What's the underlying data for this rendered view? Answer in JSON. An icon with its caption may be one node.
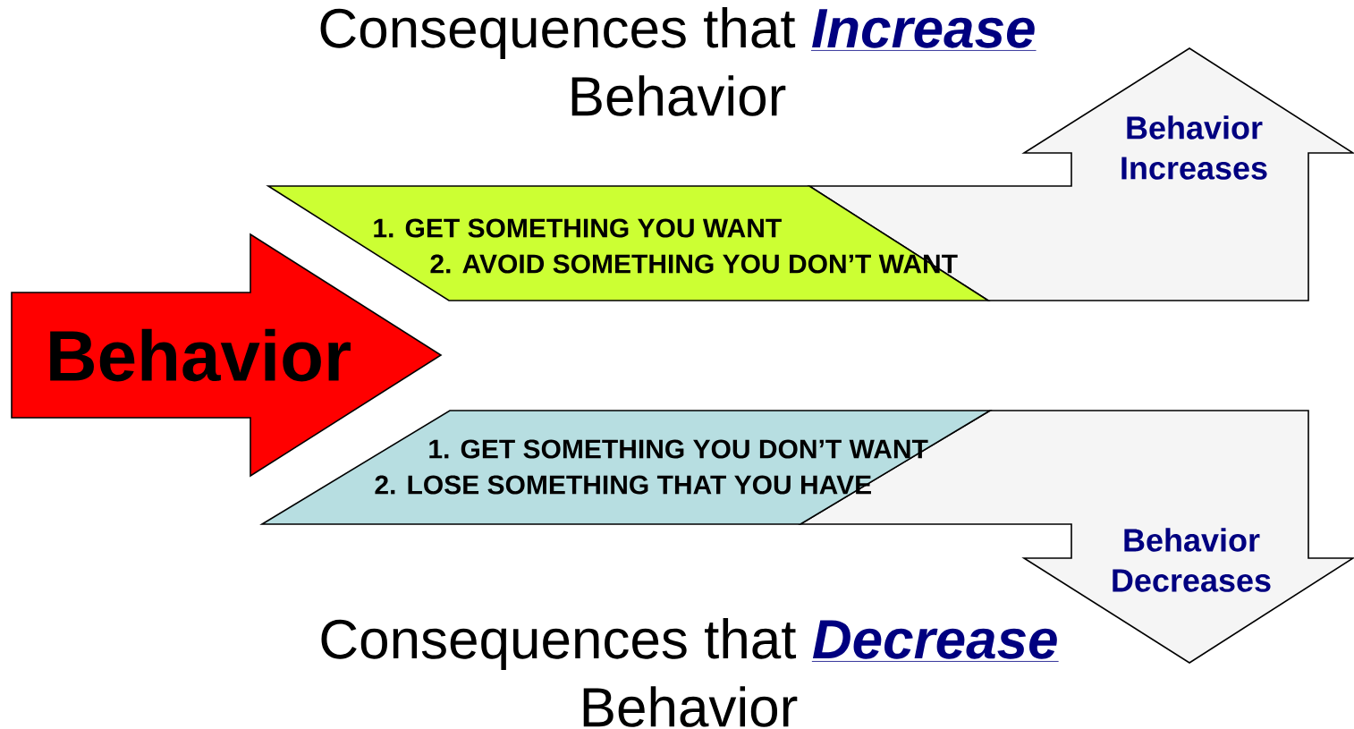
{
  "diagram": {
    "nodes": [
      {
        "text": [
          "Behavior"
        ]
      },
      {
        "text": [
          "Behavior Increases"
        ]
      },
      {
        "text": [
          "1. GET SOMETHING YOU WANT",
          "2. AVOID SOMETHING YOU DON’T WANT"
        ]
      },
      {
        "text": [
          "Behavior Decreases"
        ]
      },
      {
        "text": [
          "1. GET SOMETHING YOU DON’T WANT",
          "2. LOSE SOMETHING THAT YOU HAVE"
        ]
      }
    ],
    "labels": [
      "Consequences that",
      "Increase",
      "Behavior",
      "Consequences that",
      "Decrease",
      "Behavior"
    ]
  }
}
